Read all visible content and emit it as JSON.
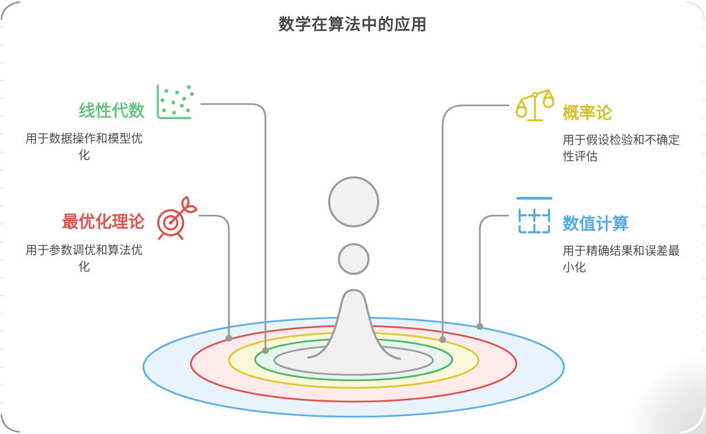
{
  "title": "数学在算法中的应用",
  "branches": [
    {
      "label": "线性代数",
      "description": "用于数据操作和模型优化",
      "icon": "scatter-plot-icon",
      "color": "#6cc388",
      "position": "top-left"
    },
    {
      "label": "概率论",
      "description": "用于假设检验和不确定性评估",
      "icon": "balance-scale-icon",
      "color": "#d2c32d",
      "position": "top-right"
    },
    {
      "label": "最优化理论",
      "description": "用于参数调优和算法优化",
      "icon": "dartboard-arrow-icon",
      "color": "#d95550",
      "position": "bottom-left"
    },
    {
      "label": "数值计算",
      "description": "用于精确结果和误差最小化",
      "icon": "precision-grid-icon",
      "color": "#58a9de",
      "position": "bottom-right"
    }
  ],
  "center_illustration": {
    "name": "water-droplet-splash",
    "ripple_ring_colors": [
      "#5fb0e2",
      "#d9534f",
      "#d8c92c",
      "#4eb46b",
      "#9b9b9b"
    ],
    "connector_color": "#9a9a9a"
  }
}
